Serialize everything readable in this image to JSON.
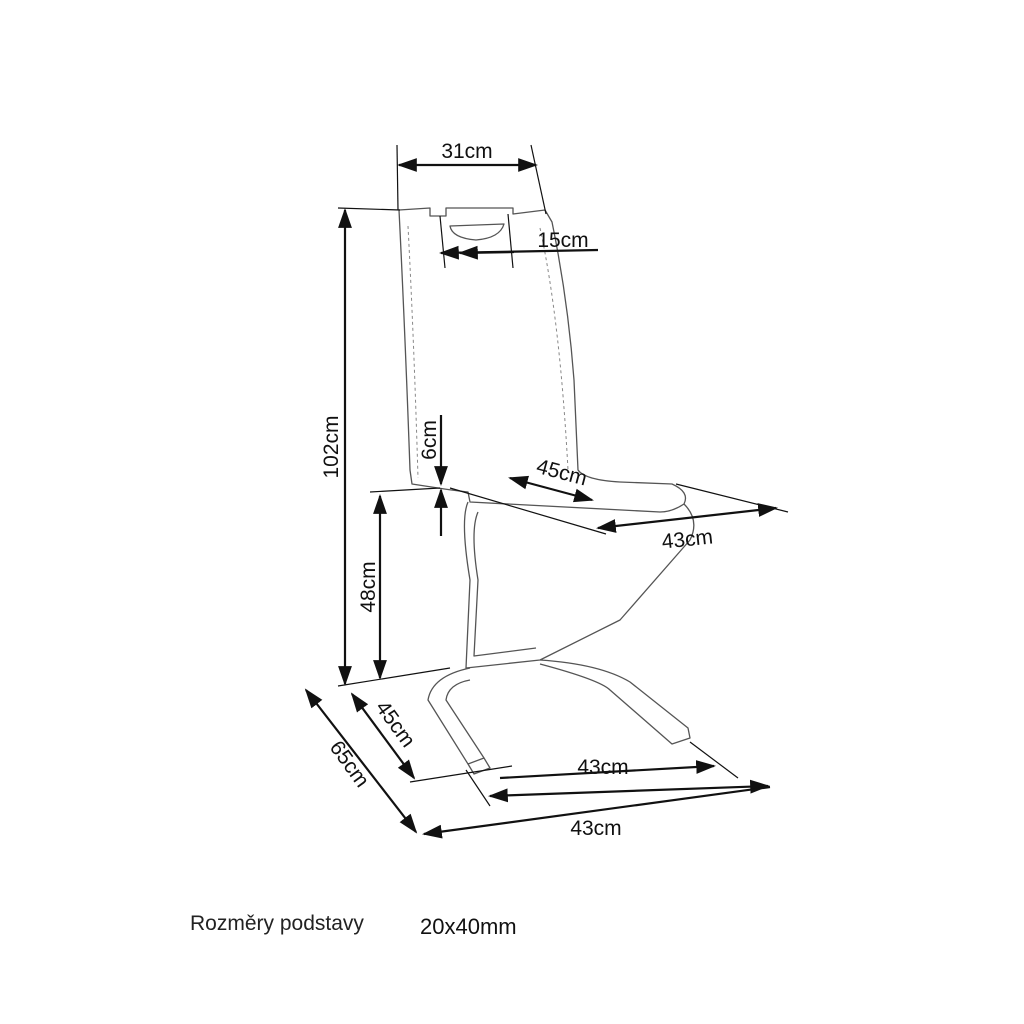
{
  "dimensions": {
    "top_width": "31cm",
    "handle_width": "15cm",
    "total_height": "102cm",
    "seat_thickness": "6cm",
    "seat_depth": "45cm",
    "seat_width": "43cm",
    "seat_height": "48cm",
    "base_depth_inner": "45cm",
    "base_depth_outer": "65cm",
    "base_width_inner": "43cm",
    "base_width_outer": "43cm"
  },
  "footer": {
    "label": "Rozměry podstavy",
    "value": "20x40mm"
  }
}
